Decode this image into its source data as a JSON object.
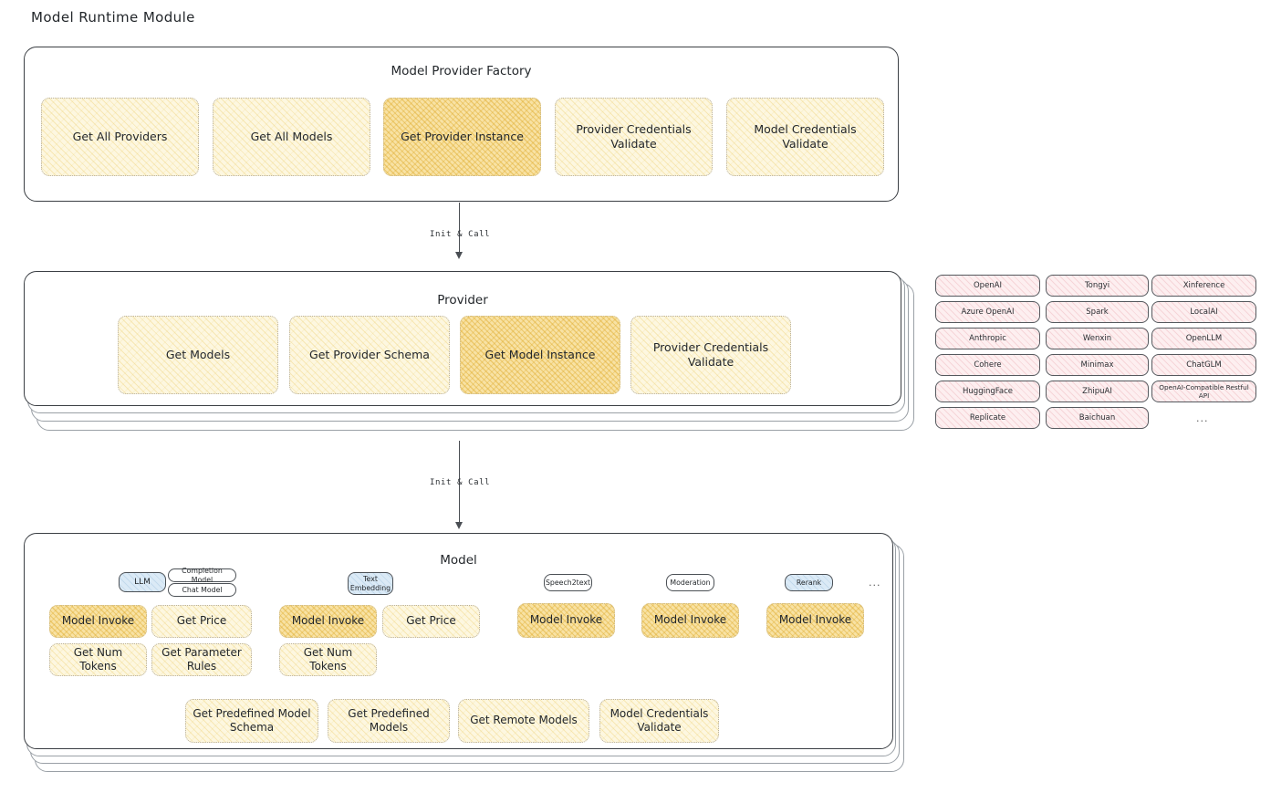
{
  "page": {
    "title": "Model Runtime Module"
  },
  "colors": {
    "box_fill": "#fdf7e0",
    "box_fill_highlight": "#f8e2a4",
    "box_border": "#b9b1a0",
    "provider_chip_fill": "#fdeff0",
    "model_chip_blue": "#dbeaf6",
    "card_border": "#3b3f44",
    "text": "#23272b"
  },
  "factory": {
    "title": "Model Provider Factory",
    "items": [
      {
        "label": "Get All Providers",
        "highlight": false
      },
      {
        "label": "Get All Models",
        "highlight": false
      },
      {
        "label": "Get Provider Instance",
        "highlight": true
      },
      {
        "label": "Provider Credentials Validate",
        "highlight": false
      },
      {
        "label": "Model Credentials Validate",
        "highlight": false
      }
    ]
  },
  "arrows": [
    {
      "label": "Init & Call"
    },
    {
      "label": "Init & Call"
    }
  ],
  "provider": {
    "title": "Provider",
    "items": [
      {
        "label": "Get Models",
        "highlight": false
      },
      {
        "label": "Get Provider Schema",
        "highlight": false
      },
      {
        "label": "Get Model Instance",
        "highlight": true
      },
      {
        "label": "Provider Credentials Validate",
        "highlight": false
      }
    ]
  },
  "provider_list": {
    "columns": [
      [
        "OpenAI",
        "Azure OpenAI",
        "Anthropic",
        "Cohere",
        "HuggingFace",
        "Replicate"
      ],
      [
        "Tongyi",
        "Spark",
        "Wenxin",
        "Minimax",
        "ZhipuAI",
        "Baichuan"
      ],
      [
        "Xinference",
        "LocalAI",
        "OpenLLM",
        "ChatGLM",
        "OpenAI-Compatible Restful API"
      ]
    ],
    "ellipsis": "..."
  },
  "model": {
    "title": "Model",
    "ellipsis": "...",
    "types": [
      {
        "name": "LLM",
        "blue": true,
        "sub": [
          "Completion Model",
          "Chat Model"
        ],
        "methods": [
          {
            "label": "Model Invoke",
            "highlight": true
          },
          {
            "label": "Get Price",
            "highlight": false
          },
          {
            "label": "Get Num Tokens",
            "highlight": false
          },
          {
            "label": "Get Parameter Rules",
            "highlight": false
          }
        ]
      },
      {
        "name": "Text Embedding",
        "blue": true,
        "sub": [],
        "methods": [
          {
            "label": "Model Invoke",
            "highlight": true
          },
          {
            "label": "Get Price",
            "highlight": false
          },
          {
            "label": "Get Num Tokens",
            "highlight": false
          }
        ]
      },
      {
        "name": "Speech2text",
        "blue": false,
        "sub": [],
        "methods": [
          {
            "label": "Model Invoke",
            "highlight": true
          }
        ]
      },
      {
        "name": "Moderation",
        "blue": false,
        "sub": [],
        "methods": [
          {
            "label": "Model Invoke",
            "highlight": true
          }
        ]
      },
      {
        "name": "Rerank",
        "blue": true,
        "sub": [],
        "methods": [
          {
            "label": "Model Invoke",
            "highlight": true
          }
        ]
      }
    ],
    "common_methods": [
      "Get Predefined Model Schema",
      "Get Predefined Models",
      "Get Remote Models",
      "Model Credentials Validate"
    ]
  }
}
